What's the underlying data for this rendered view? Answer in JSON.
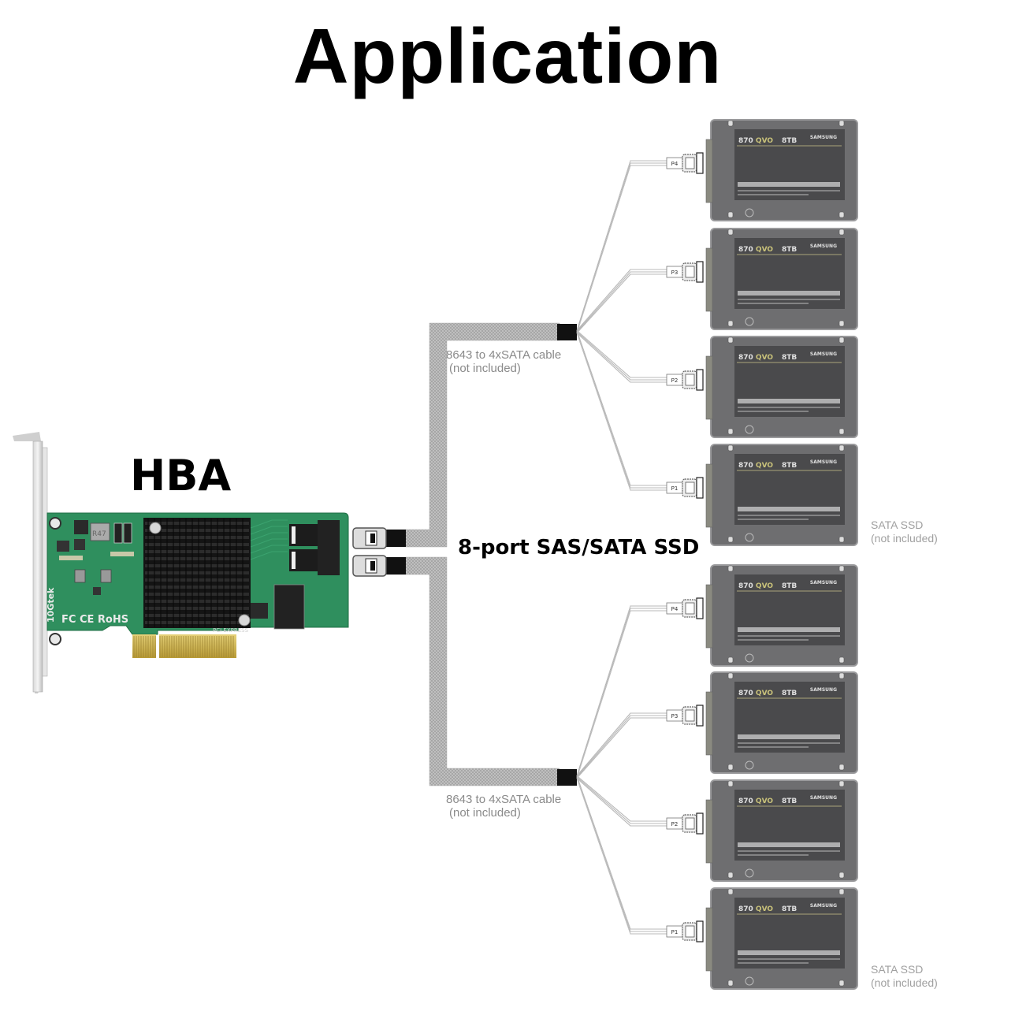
{
  "title": "Application",
  "hba": {
    "label": "HBA",
    "brand_mark": "10Gtek",
    "cert_marks": "FC CE RoHS",
    "pci_mark": "PCI EXPRESS",
    "inductor_mark": "R47",
    "pcb_color": "#2e8b57",
    "heatsink_color": "#1b1b1b"
  },
  "center_label": "8-port SAS/SATA SSD",
  "cables": [
    {
      "label_line1": "8643 to 4xSATA cable",
      "label_line2": "(not included)"
    },
    {
      "label_line1": "8643 to 4xSATA cable",
      "label_line2": "(not included)"
    }
  ],
  "ssd_groups": [
    {
      "note_line1": "SATA SSD",
      "note_line2": "(not included)",
      "drives": [
        {
          "port": "P4",
          "model": "870 QVO",
          "capacity": "8TB",
          "brand": "SAMSUNG"
        },
        {
          "port": "P3",
          "model": "870 QVO",
          "capacity": "8TB",
          "brand": "SAMSUNG"
        },
        {
          "port": "P2",
          "model": "870 QVO",
          "capacity": "8TB",
          "brand": "SAMSUNG"
        },
        {
          "port": "P1",
          "model": "870 QVO",
          "capacity": "8TB",
          "brand": "SAMSUNG"
        }
      ]
    },
    {
      "note_line1": "SATA SSD",
      "note_line2": "(not included)",
      "drives": [
        {
          "port": "P4",
          "model": "870 QVO",
          "capacity": "8TB",
          "brand": "SAMSUNG"
        },
        {
          "port": "P3",
          "model": "870 QVO",
          "capacity": "8TB",
          "brand": "SAMSUNG"
        },
        {
          "port": "P2",
          "model": "870 QVO",
          "capacity": "8TB",
          "brand": "SAMSUNG"
        },
        {
          "port": "P1",
          "model": "870 QVO",
          "capacity": "8TB",
          "brand": "SAMSUNG"
        }
      ]
    }
  ],
  "colors": {
    "ssd_body": "#6e6e70",
    "ssd_label": "#4a4a4c",
    "ssd_frame": "#9a9a9c",
    "qvo_accent": "#c9c27a",
    "cable_sheath": "#b8b8b8",
    "cable_head": "#111111",
    "label_gray": "#8a8a8a"
  }
}
